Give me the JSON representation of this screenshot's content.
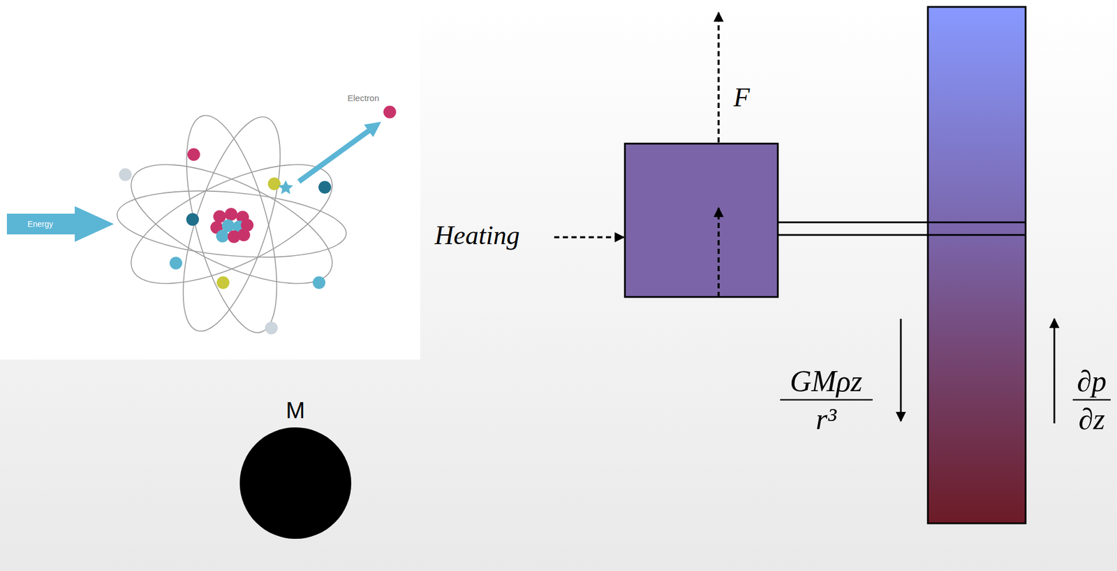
{
  "diagram": {
    "nodes": [
      {
        "text": [
          "M"
        ]
      }
    ],
    "labels": [
      "Energy",
      "Electron",
      "F",
      "Heating",
      "GMρz",
      "r³",
      "∂p",
      "∂z"
    ]
  }
}
